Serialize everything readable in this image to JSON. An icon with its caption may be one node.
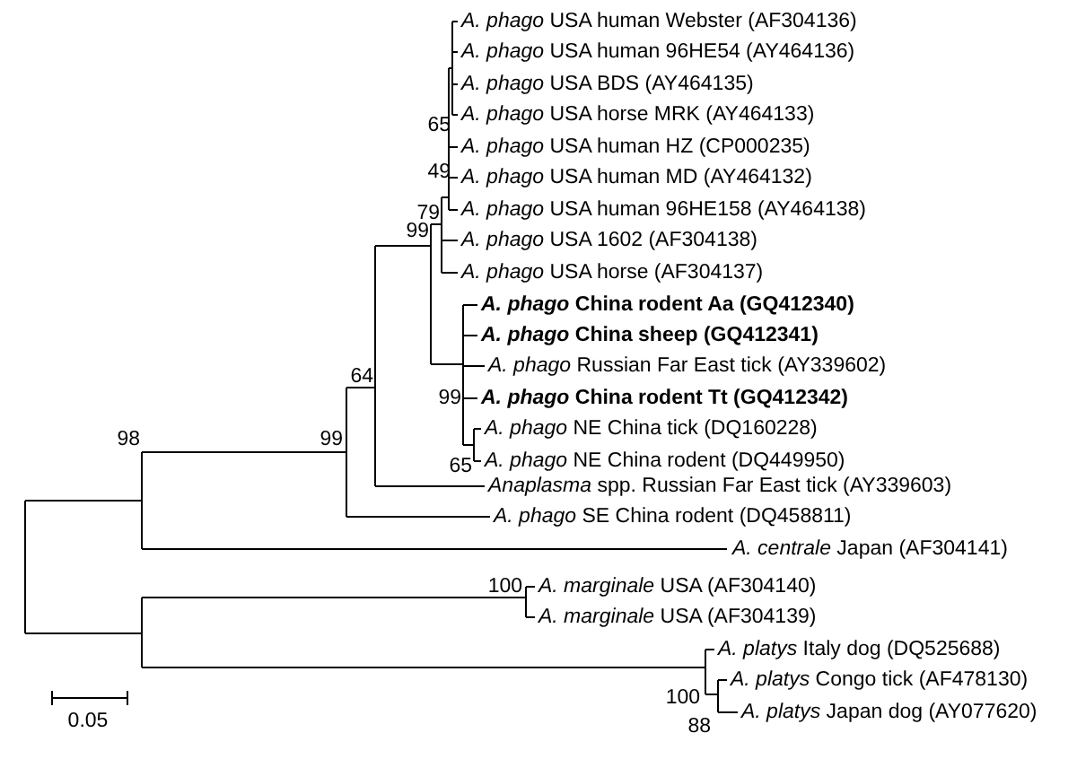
{
  "diagram": {
    "nodes": [
      {
        "text": [
          "*A. phago* USA human Webster (AF304136)"
        ]
      },
      {
        "text": [
          "*A. phago* USA human 96HE54 (AY464136)"
        ]
      },
      {
        "text": [
          "*A. phago* USA BDS (AY464135)"
        ]
      },
      {
        "text": [
          "*A. phago* USA horse MRK (AY464133)"
        ]
      },
      {
        "text": [
          "*A. phago* USA human HZ (CP000235)"
        ]
      },
      {
        "text": [
          "*A. phago* USA human MD (AY464132)"
        ]
      },
      {
        "text": [
          "*A. phago* USA human 96HE158 (AY464138)"
        ]
      },
      {
        "text": [
          "*A. phago* USA 1602 (AF304138)"
        ]
      },
      {
        "text": [
          "*A. phago* USA horse (AF304137)"
        ]
      },
      {
        "text": [
          "*A. phago* China rodent Aa (GQ412340)"
        ]
      },
      {
        "text": [
          "*A. phago* China sheep (GQ412341)"
        ]
      },
      {
        "text": [
          "*A. phago* Russian Far East tick (AY339602)"
        ]
      },
      {
        "text": [
          "*A. phago* China rodent Tt (GQ412342)"
        ]
      },
      {
        "text": [
          "*A. phago* NE China tick (DQ160228)"
        ]
      },
      {
        "text": [
          "*A. phago* NE China rodent (DQ449950)"
        ]
      },
      {
        "text": [
          "*Anaplasma* spp. Russian Far East tick (AY339603)"
        ]
      },
      {
        "text": [
          "*A. phago* SE China rodent (DQ458811)"
        ]
      },
      {
        "text": [
          "*A. centrale* Japan (AF304141)"
        ]
      },
      {
        "text": [
          "*A. marginale* USA (AF304140)"
        ]
      },
      {
        "text": [
          "*A. marginale* USA (AF304139)"
        ]
      },
      {
        "text": [
          "*A. platys* Italy dog (DQ525688)"
        ]
      },
      {
        "text": [
          "*A. platys* Congo tick (AF478130)"
        ]
      },
      {
        "text": [
          "*A. platys* Japan dog (AY077620)"
        ]
      }
    ],
    "labels": [
      "65",
      "49",
      "79",
      "99",
      "64",
      "99",
      "99",
      "98",
      "65",
      "100",
      "100",
      "88",
      "0.05"
    ]
  }
}
